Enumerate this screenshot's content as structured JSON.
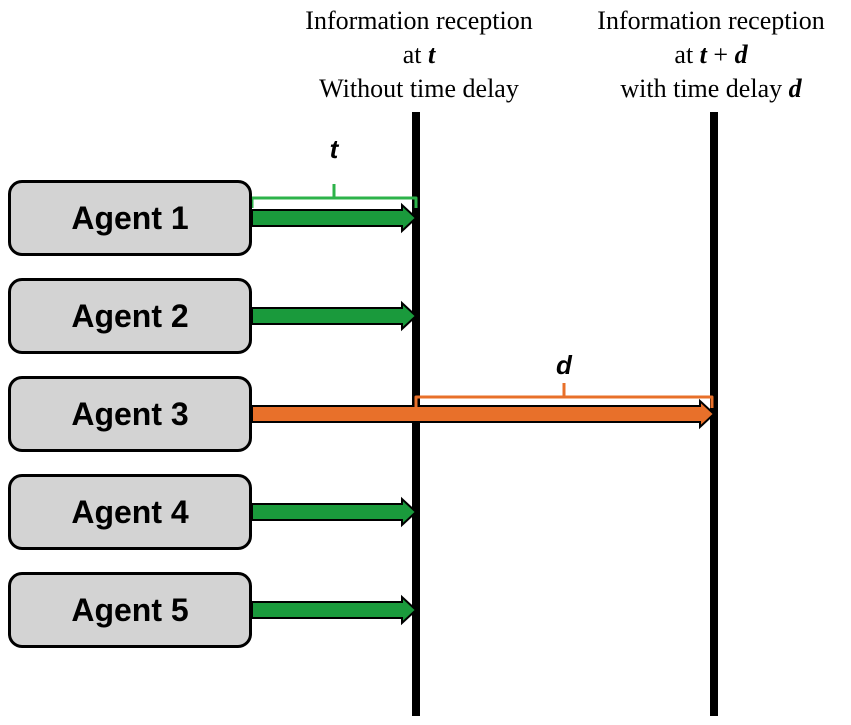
{
  "headers": {
    "left": {
      "line1": "Information reception",
      "line2_prefix": "at ",
      "line2_symbol": "t",
      "line3": "Without time delay"
    },
    "right": {
      "line1": "Information reception",
      "line2_prefix": "at ",
      "line2_symbol_a": "t",
      "line2_plus": " + ",
      "line2_symbol_b": "d",
      "line3_prefix": "with time delay ",
      "line3_symbol": "d"
    }
  },
  "agents": [
    {
      "label": "Agent 1",
      "delayed": false
    },
    {
      "label": "Agent 2",
      "delayed": false
    },
    {
      "label": "Agent 3",
      "delayed": true
    },
    {
      "label": "Agent 4",
      "delayed": false
    },
    {
      "label": "Agent 5",
      "delayed": false
    }
  ],
  "brace_labels": {
    "no_delay": "t",
    "delay": "d"
  },
  "colors": {
    "on_time_arrow": "#1a9a3c",
    "on_time_brace": "#2db34a",
    "delayed_arrow": "#e8702a",
    "delayed_brace": "#e8702a",
    "agent_fill": "#d3d3d3",
    "timeline": "#000000"
  }
}
